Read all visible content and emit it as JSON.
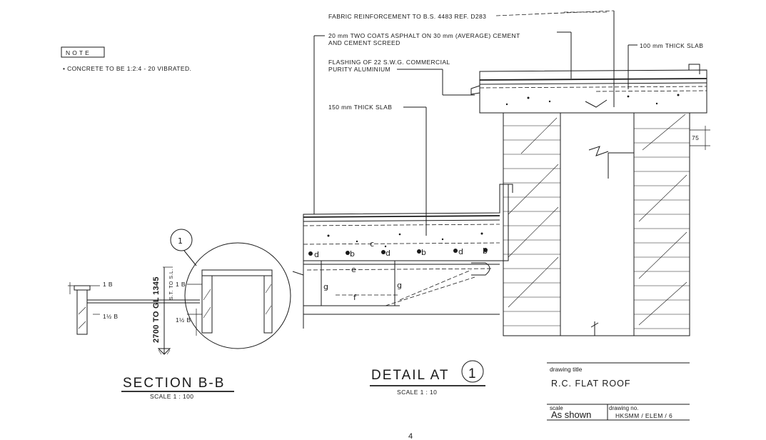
{
  "annotations": {
    "fabric": "FABRIC REINFORCEMENT TO B.S. 4483 REF. D283",
    "asphalt_line1": "20 mm TWO COATS ASPHALT ON 30 mm (AVERAGE) CEMENT",
    "asphalt_line2": "AND CEMENT SCREED",
    "flashing_line1": "FLASHING OF 22 S.W.G. COMMERCIAL",
    "flashing_line2": "PURITY ALUMINIUM",
    "slab150": "150 mm THICK SLAB",
    "slab100": "100 mm THICK SLAB",
    "dim75": "75"
  },
  "note": {
    "heading": "N O T E",
    "text": "• CONCRETE TO BE 1:2:4 - 20 VIBRATED."
  },
  "section": {
    "title": "SECTION B-B",
    "scale": "SCALE 1 : 100",
    "level": "2700 TO GL 1345",
    "label_1b": "1 B",
    "label_half_b": "1½ B",
    "label_1b_right": "1 B",
    "label_half_b_right": "1½ B",
    "small_vertical": "S.T. TO S.L.",
    "callout": "1"
  },
  "detail": {
    "title": "DETAIL AT",
    "callout": "1",
    "scale": "SCALE 1 : 10",
    "bars": [
      "d",
      "b",
      "d",
      "b",
      "d",
      "b"
    ],
    "bar_c": "c",
    "bar_e": "e",
    "bar_f": "f",
    "bar_g1": "g",
    "bar_g2": "g"
  },
  "title_block": {
    "drawing_title_label": "drawing title",
    "drawing_title": "R.C. FLAT ROOF",
    "scale_label": "scale",
    "scale_value": "As shown",
    "drawing_no_label": "drawing no.",
    "drawing_no": "HKSMM / ELEM / 6"
  },
  "page_number": "4"
}
